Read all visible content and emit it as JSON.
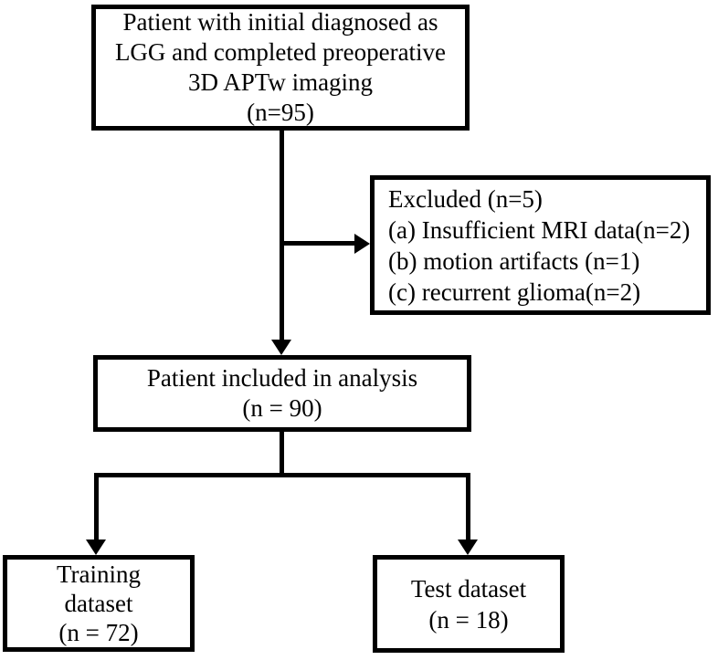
{
  "diagram": {
    "type": "flowchart",
    "background_color": "#ffffff",
    "line_color": "#000000",
    "boxes": {
      "initial": {
        "lines": [
          "Patient with initial diagnosed as",
          "LGG and completed preoperative",
          "3D APTw imaging",
          "(n=95)"
        ]
      },
      "excluded": {
        "lines": [
          "Excluded (n=5)",
          "(a) Insufficient MRI data(n=2)",
          "(b) motion artifacts (n=1)",
          "(c) recurrent glioma(n=2)"
        ]
      },
      "included": {
        "lines": [
          "Patient included in analysis",
          "(n = 90)"
        ]
      },
      "training": {
        "lines": [
          "Training",
          "dataset",
          "(n = 72)"
        ]
      },
      "test": {
        "lines": [
          "Test dataset",
          "(n = 18)"
        ]
      }
    }
  }
}
